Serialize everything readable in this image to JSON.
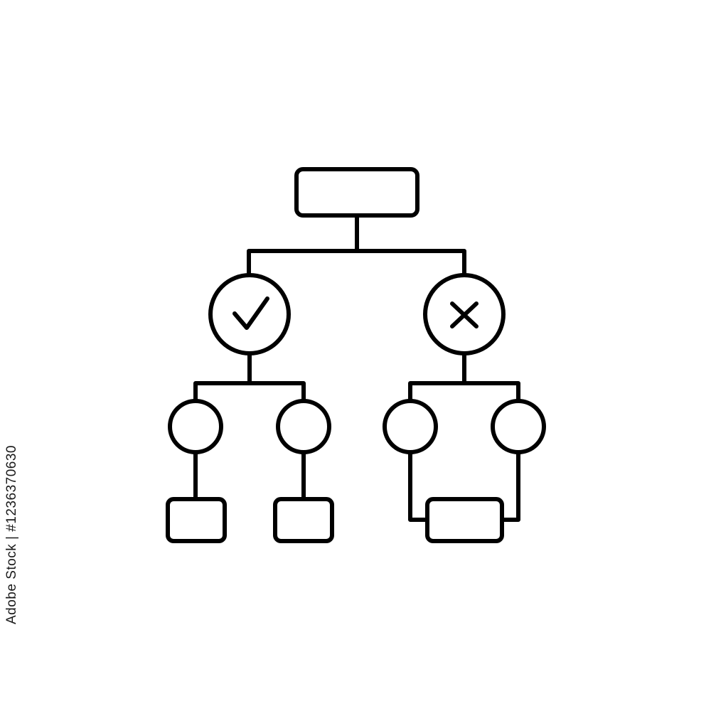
{
  "watermark": {
    "text": "Adobe Stock | #1236370630"
  },
  "icon": {
    "name": "decision-tree-icon",
    "stroke_color": "#000000",
    "background_color": "#ffffff",
    "branches": [
      {
        "symbol": "check",
        "meaning": "yes-branch"
      },
      {
        "symbol": "cross",
        "meaning": "no-branch"
      }
    ]
  }
}
